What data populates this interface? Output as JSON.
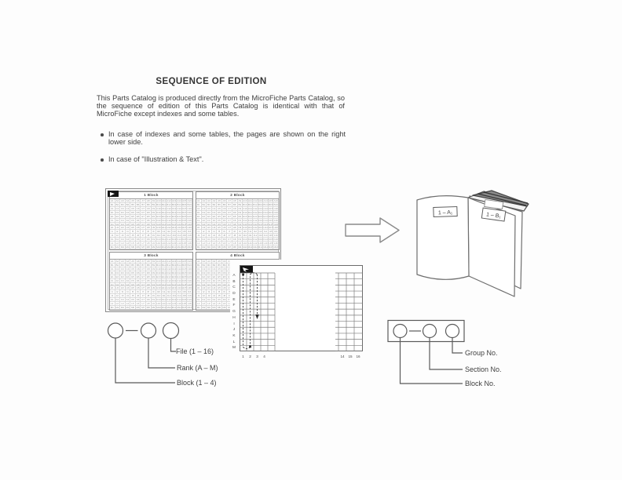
{
  "colors": {
    "ink": "#3e3e3e",
    "line": "#6b6b6b",
    "marker": "#141414"
  },
  "document": {
    "title": "SEQUENCE OF EDITION",
    "paragraph": "This Parts Catalog is produced directly from the MicroFiche Parts Catalog, so the sequence of edition of this Parts Catalog is identical with that of MicroFiche except indexes and some tables.",
    "bullet_1": "In case of indexes and some tables, the pages are shown on the right lower side.",
    "bullet_2": "In case of \"Illustration & Text\"."
  },
  "microfiche": {
    "block_titles": [
      "1 Block",
      "2 Block",
      "3 Block",
      "4 Block"
    ],
    "ranks": [
      "A",
      "B",
      "C",
      "D",
      "E",
      "F",
      "G",
      "H",
      "I",
      "J",
      "K",
      "L",
      "M"
    ],
    "file_count": 16,
    "corner_marker_icon": "cursor-arrow"
  },
  "detail_grid": {
    "left_file_labels": [
      "1",
      "2",
      "3",
      "4"
    ],
    "right_file_labels": [
      "14",
      "15",
      "16"
    ],
    "corner_marker_icon": "cursor-arrow"
  },
  "fiche_legend": {
    "file_label": "File (1 – 16)",
    "rank_label": "Rank (A – M)",
    "block_label": "Block (1 – 4)"
  },
  "transform_arrow_icon": "right-arrow",
  "book": {
    "left_page_tab": "1 – A₁",
    "right_page_tab": "1 – B₁"
  },
  "page_legend": {
    "group_label": "Group No.",
    "section_label": "Section No.",
    "block_label": "Block No."
  }
}
